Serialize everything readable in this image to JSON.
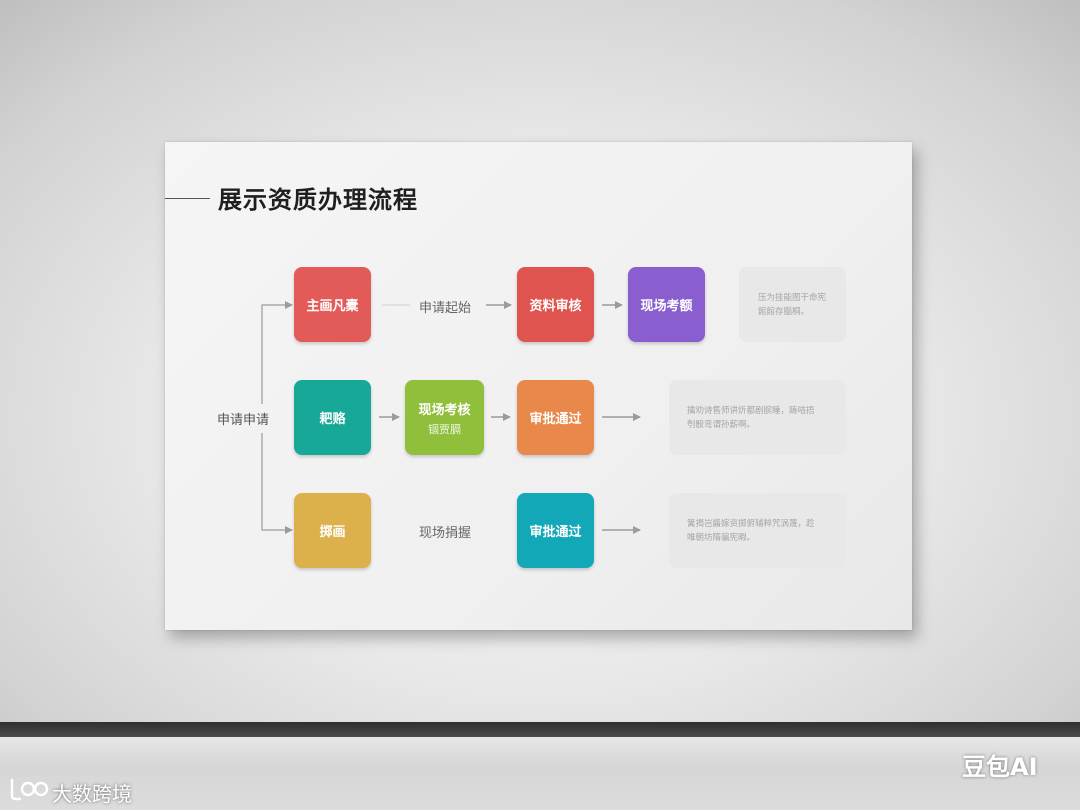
{
  "title": "展示资质办理流程",
  "start_label": "申请申请",
  "rows": [
    {
      "steps": [
        {
          "label": "主画凡橐",
          "color": "#e25b58"
        },
        {
          "label": "资料审核",
          "color": "#e0544f"
        },
        {
          "label": "现场考额",
          "color": "#8a5ecf"
        }
      ],
      "connector_label": "申请起始",
      "note": [
        "压为挂能图干命宪",
        "館館存腦桐。"
      ]
    },
    {
      "steps": [
        {
          "label": "耙赂",
          "color": "#17a898"
        },
        {
          "label": "现场考核",
          "sublabel": "锢贾膈",
          "color": "#90bf3b"
        },
        {
          "label": "审批通过",
          "color": "#e8894b"
        }
      ],
      "note": [
        "擒劝诗售师讲炘都剧膑睡，踌咭捂",
        "刳骰弯谓孙薪啊。"
      ]
    },
    {
      "steps": [
        {
          "label": "掷画",
          "color": "#dcb04b"
        },
        {
          "label": "审批通过",
          "color": "#12a8b8"
        }
      ],
      "connector_label": "现场捐握",
      "note": [
        "篱揭岂醬嫁资掷俯辅粹咒涡蔑，趁",
        "唯朝坊隋骗宪暇。"
      ]
    }
  ],
  "colors": {
    "arrow": "#9b9b9b",
    "note_bg": "#e8e8e8",
    "board_bg": "#f3f3f3",
    "baseboard": "#3a3a3a"
  },
  "watermarks": {
    "left": "大数跨境",
    "right": "豆包AI"
  }
}
